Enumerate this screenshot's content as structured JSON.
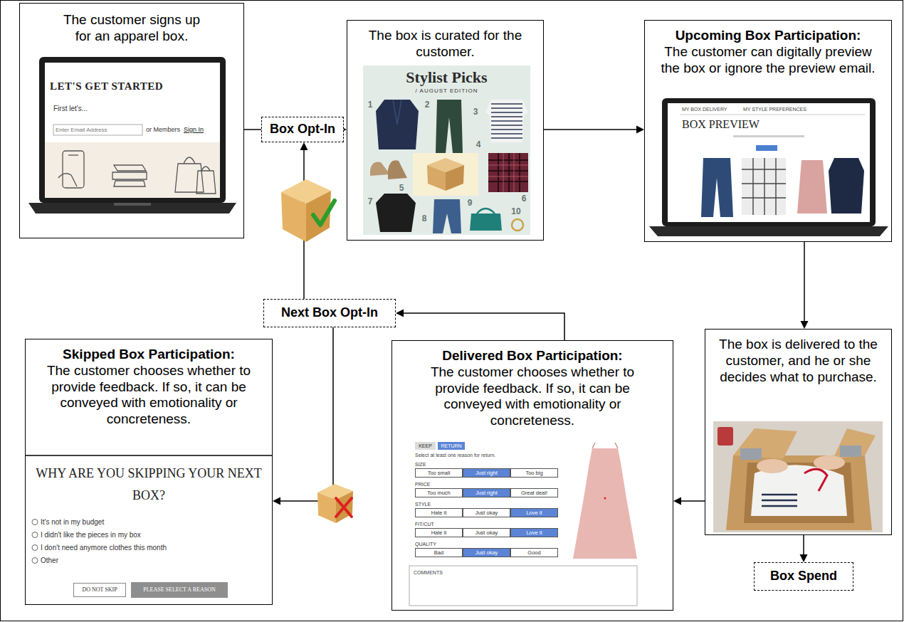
{
  "diagram": {
    "nodes": [
      {
        "text": [
          "The customer signs up for an apparel box."
        ]
      },
      {
        "text": [
          "The box is curated for the customer."
        ]
      },
      {
        "text": [
          "Upcoming Box Participation:",
          "The customer can digitally preview the box or ignore the preview email."
        ]
      },
      {
        "text": [
          "The box is delivered to the customer, and he or she decides what to purchase."
        ]
      },
      {
        "text": [
          "Delivered Box Participation:",
          "The customer chooses whether to provide feedback. If so, it can be conveyed with emotionality or concreteness."
        ]
      },
      {
        "text": [
          "Skipped Box Participation:",
          "The customer chooses whether to provide feedback. If so, it can be conveyed with emotionality or concreteness."
        ]
      },
      {
        "text": [
          "Box Opt-In"
        ]
      },
      {
        "text": [
          "Next Box Opt-In"
        ]
      },
      {
        "text": [
          "Box Spend"
        ]
      }
    ],
    "edges": [
      {
        "from": 0,
        "to": 6,
        "arrow": "none"
      },
      {
        "from": 6,
        "to": 1,
        "arrow": "to"
      },
      {
        "from": 1,
        "to": 2,
        "arrow": "to"
      },
      {
        "from": 2,
        "to": 3,
        "arrow": "to"
      },
      {
        "from": 3,
        "to": 4,
        "arrow": "to"
      },
      {
        "from": 3,
        "to": 8,
        "arrow": "to"
      },
      {
        "from": 4,
        "to": 7,
        "arrow": "to"
      },
      {
        "from": 7,
        "to": 5,
        "arrow": "to"
      },
      {
        "from": 7,
        "to": 6,
        "arrow": "to"
      }
    ],
    "labels": [
      "LET'S GET STARTED",
      "First let's...",
      "Enter Email Address",
      "or Members",
      "Sign In",
      "Stylist Picks",
      "/ AUGUST EDITION",
      "1",
      "2",
      "3",
      "4",
      "5",
      "6",
      "7",
      "8",
      "9",
      "10",
      "MY BOX DELIVERY",
      "MY STYLE PREFERENCES",
      "BOX PREVIEW",
      "KEEP",
      "RETURN",
      "Select at least one reason for return.",
      "SIZE",
      "Too small",
      "Just right",
      "Too big",
      "PRICE",
      "Too much",
      "Just right",
      "Great deal!",
      "STYLE",
      "Hate it",
      "Just okay",
      "Love it",
      "FIT/CUT",
      "Hate it",
      "Just okay",
      "Love it",
      "QUALITY",
      "Bad",
      "Just okay",
      "Good",
      "COMMENTS",
      "WHY ARE YOU SKIPPING YOUR NEXT BOX?",
      "It's not in my budget",
      "I didn't like the pieces in my box",
      "I don't need anymore clothes this month",
      "Other",
      "DO NOT SKIP",
      "PLEASE SELECT A REASON"
    ]
  }
}
